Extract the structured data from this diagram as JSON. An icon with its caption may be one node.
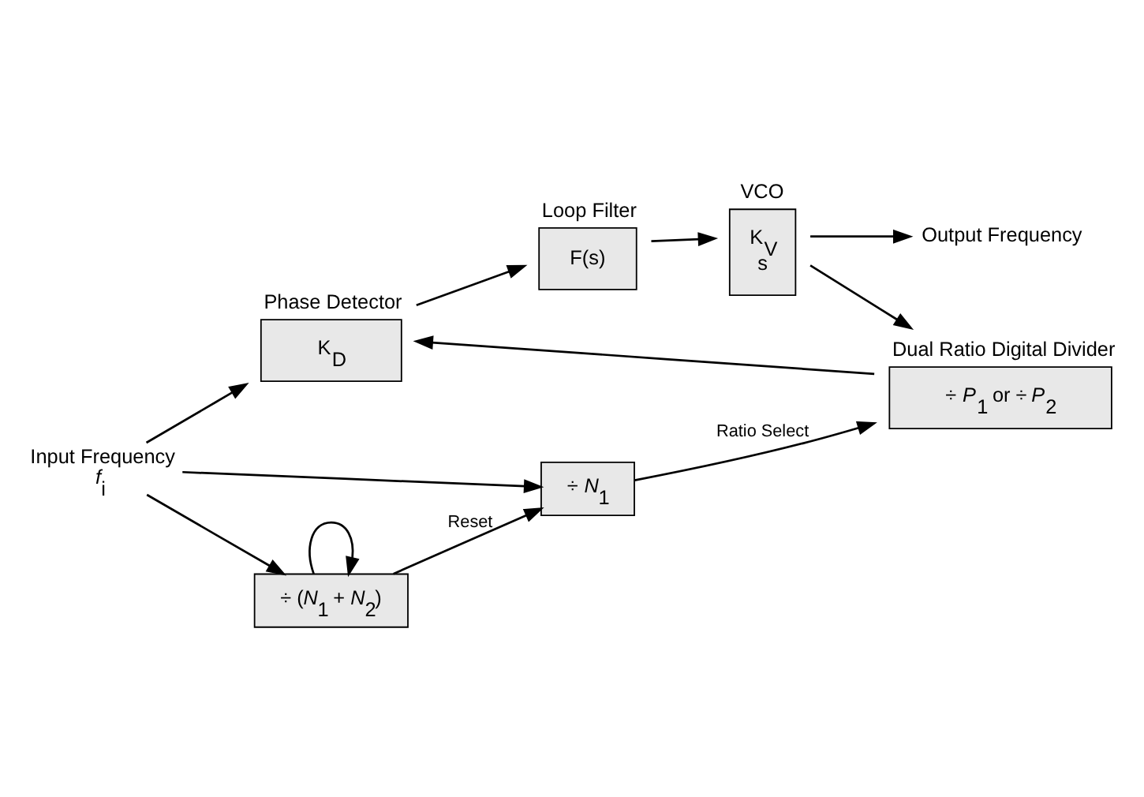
{
  "diagram": {
    "nodes": [
      {
        "text": [
          "Input Frequency",
          "*f*$_{i}$"
        ]
      },
      {
        "text": [
          "Phase Detector",
          "K$_{D}$"
        ]
      },
      {
        "text": [
          "Loop Filter",
          "F(s)"
        ]
      },
      {
        "text": [
          "VCO",
          "K$_{V}$",
          "s"
        ]
      },
      {
        "text": [
          "Output Frequency"
        ]
      },
      {
        "text": [
          "Dual Ratio Digital Divider",
          "÷ *P*$_{1}$ or ÷ *P*$_{2}$"
        ]
      },
      {
        "text": [
          "÷ *N*$_{1}$"
        ]
      },
      {
        "text": [
          "÷ (*N*$_{1}$ + *N*$_{2}$)"
        ]
      }
    ],
    "edges": [
      {
        "from": 0,
        "to": 1,
        "arrow": "to"
      },
      {
        "from": 0,
        "to": 6,
        "arrow": "to"
      },
      {
        "from": 0,
        "to": 7,
        "arrow": "to"
      },
      {
        "from": 1,
        "to": 2,
        "arrow": "to"
      },
      {
        "from": 2,
        "to": 3,
        "arrow": "to"
      },
      {
        "from": 3,
        "to": 4,
        "arrow": "to"
      },
      {
        "from": 3,
        "to": 5,
        "arrow": "to"
      },
      {
        "from": 5,
        "to": 1,
        "arrow": "to"
      },
      {
        "from": 6,
        "to": 5,
        "arrow": "to",
        "label": "Ratio Select"
      },
      {
        "from": 7,
        "to": 6,
        "arrow": "to",
        "label": "Reset"
      },
      {
        "from": 7,
        "to": 7,
        "arrow": "to"
      }
    ]
  }
}
